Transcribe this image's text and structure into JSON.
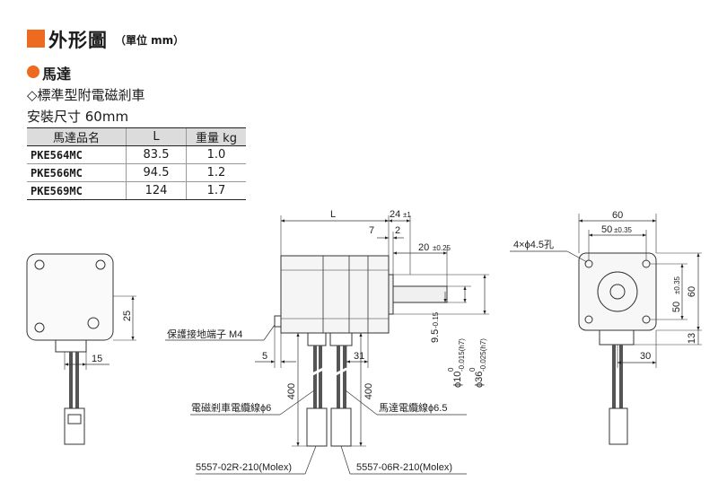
{
  "header": {
    "title": "外形圖",
    "unit": "（單位 mm）",
    "section": "馬達",
    "subsection": "◇標準型附電磁剎車",
    "mount_size": "安裝尺寸 60mm"
  },
  "spec_table": {
    "columns": [
      "馬達品名",
      "L",
      "重量 kg"
    ],
    "rows": [
      {
        "model": "PKE564MC",
        "L": "83.5",
        "weight": "1.0"
      },
      {
        "model": "PKE566MC",
        "L": "94.5",
        "weight": "1.2"
      },
      {
        "model": "PKE569MC",
        "L": "124",
        "weight": "1.7"
      }
    ]
  },
  "drawing": {
    "front": {
      "dim_25": "25",
      "dim_15": "15"
    },
    "side": {
      "dim_L": "L",
      "dim_24": "24",
      "tol_24": "±1",
      "dim_7": "7",
      "dim_2": "2",
      "dim_20": "20",
      "tol_20": "±0.25",
      "dim_5": "5",
      "dim_31": "31",
      "dim_400a": "400",
      "dim_400b": "400",
      "ground_label": "保護接地端子 M4",
      "dim_95": "9.5",
      "tol_95": "-0.15",
      "dim_phi10": "ϕ10",
      "tol_phi10_top": "0",
      "tol_phi10_bot": "-0.015(h7)",
      "dim_phi36": "ϕ36",
      "tol_phi36_top": "0",
      "tol_phi36_bot": "-0.025(h7)",
      "brake_cable": "電磁剎車電纜線ϕ6",
      "motor_cable": "馬達電纜線ϕ6.5",
      "connector_a": "5557-02R-210(Molex)",
      "connector_b": "5557-06R-210(Molex)"
    },
    "rear": {
      "dim_60_top": "60",
      "dim_50_top": "50",
      "tol_50_top": "±0.35",
      "hole_label": "4×ϕ4.5孔",
      "dim_50_side": "50",
      "tol_50_side": "±0.35",
      "dim_60_side": "60",
      "dim_13": "13",
      "dim_30": "30"
    }
  }
}
